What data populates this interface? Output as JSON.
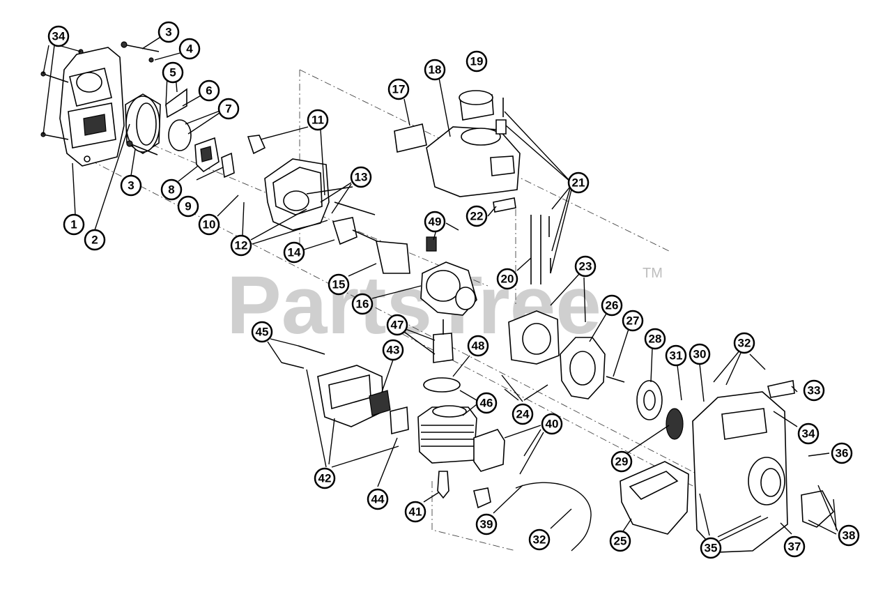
{
  "watermark": {
    "text": "PartsTree",
    "trademark": "TM"
  },
  "callouts": [
    {
      "id": "c34a",
      "label": "34"
    },
    {
      "id": "c3a",
      "label": "3"
    },
    {
      "id": "c4",
      "label": "4"
    },
    {
      "id": "c5",
      "label": "5"
    },
    {
      "id": "c6",
      "label": "6"
    },
    {
      "id": "c7",
      "label": "7"
    },
    {
      "id": "c1",
      "label": "1"
    },
    {
      "id": "c2",
      "label": "2"
    },
    {
      "id": "c3b",
      "label": "3"
    },
    {
      "id": "c8",
      "label": "8"
    },
    {
      "id": "c9",
      "label": "9"
    },
    {
      "id": "c10",
      "label": "10"
    },
    {
      "id": "c11",
      "label": "11"
    },
    {
      "id": "c12",
      "label": "12"
    },
    {
      "id": "c13",
      "label": "13"
    },
    {
      "id": "c14",
      "label": "14"
    },
    {
      "id": "c15",
      "label": "15"
    },
    {
      "id": "c16",
      "label": "16"
    },
    {
      "id": "c17",
      "label": "17"
    },
    {
      "id": "c18",
      "label": "18"
    },
    {
      "id": "c19",
      "label": "19"
    },
    {
      "id": "c21",
      "label": "21"
    },
    {
      "id": "c22",
      "label": "22"
    },
    {
      "id": "c49",
      "label": "49"
    },
    {
      "id": "c20",
      "label": "20"
    },
    {
      "id": "c23",
      "label": "23"
    },
    {
      "id": "c26",
      "label": "26"
    },
    {
      "id": "c27",
      "label": "27"
    },
    {
      "id": "c28",
      "label": "28"
    },
    {
      "id": "c31",
      "label": "31"
    },
    {
      "id": "c30",
      "label": "30"
    },
    {
      "id": "c32a",
      "label": "32"
    },
    {
      "id": "c33",
      "label": "33"
    },
    {
      "id": "c45",
      "label": "45"
    },
    {
      "id": "c43",
      "label": "43"
    },
    {
      "id": "c47",
      "label": "47"
    },
    {
      "id": "c48",
      "label": "48"
    },
    {
      "id": "c46",
      "label": "46"
    },
    {
      "id": "c24",
      "label": "24"
    },
    {
      "id": "c40",
      "label": "40"
    },
    {
      "id": "c29",
      "label": "29"
    },
    {
      "id": "c34b",
      "label": "34"
    },
    {
      "id": "c36",
      "label": "36"
    },
    {
      "id": "c42",
      "label": "42"
    },
    {
      "id": "c44",
      "label": "44"
    },
    {
      "id": "c41",
      "label": "41"
    },
    {
      "id": "c39",
      "label": "39"
    },
    {
      "id": "c32b",
      "label": "32"
    },
    {
      "id": "c25",
      "label": "25"
    },
    {
      "id": "c35",
      "label": "35"
    },
    {
      "id": "c37",
      "label": "37"
    },
    {
      "id": "c38",
      "label": "38"
    }
  ]
}
